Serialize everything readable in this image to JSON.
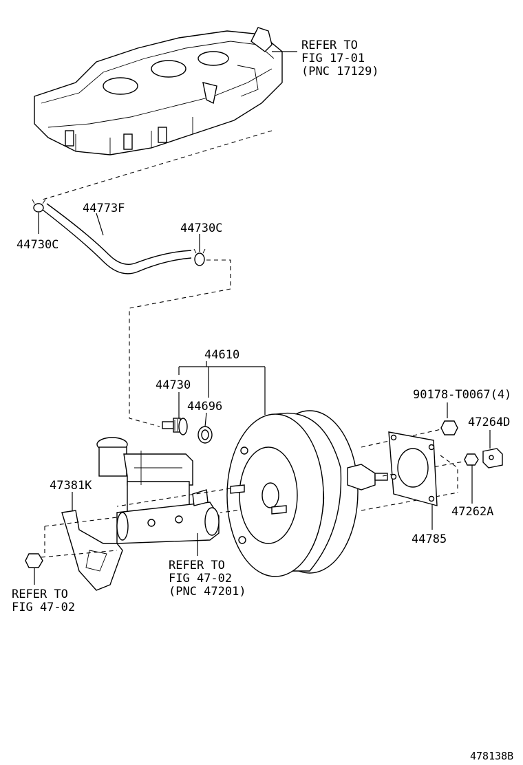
{
  "labels": {
    "refer_manifold_1": "REFER TO",
    "refer_manifold_2": "FIG 17-01",
    "refer_manifold_3": "(PNC 17129)",
    "p44773F": "44773F",
    "p44730C_left": "44730C",
    "p44730C_right": "44730C",
    "p44610": "44610",
    "p44730": "44730",
    "p44696": "44696",
    "p90178": "90178-T0067(4)",
    "p47264D": "47264D",
    "p47381K": "47381K",
    "p47262A": "47262A",
    "p44785": "44785",
    "refer_mc_1": "REFER TO",
    "refer_mc_2": "FIG 47-02",
    "refer_mc_3": "(PNC 47201)",
    "refer_bracket_1": "REFER TO",
    "refer_bracket_2": "FIG 47-02",
    "figure_id": "478138B"
  },
  "parts": [
    {
      "name": "intake-manifold"
    },
    {
      "name": "vacuum-hose-44773F"
    },
    {
      "name": "hose-clamp-44730C"
    },
    {
      "name": "check-valve-44730"
    },
    {
      "name": "grommet-44696"
    },
    {
      "name": "brake-booster-44610"
    },
    {
      "name": "gasket-44785"
    },
    {
      "name": "nut-90178"
    },
    {
      "name": "clevis-47264D"
    },
    {
      "name": "nut-47262A"
    },
    {
      "name": "bracket-47381K"
    },
    {
      "name": "master-cylinder"
    }
  ]
}
